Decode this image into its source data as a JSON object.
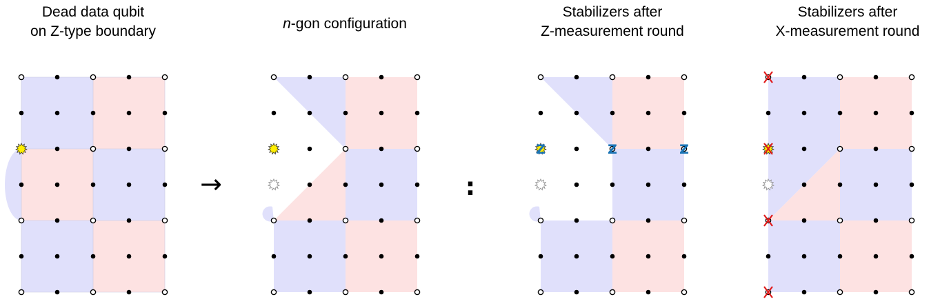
{
  "panels": [
    {
      "title_lines": [
        "Dead data qubit",
        "on Z-type boundary"
      ]
    },
    {
      "title_italic": "n",
      "title_rest": "-gon configuration"
    },
    {
      "title_lines": [
        "Stabilizers after",
        "Z-measurement round"
      ]
    },
    {
      "title_lines": [
        "Stabilizers after",
        "X-measurement round"
      ]
    }
  ],
  "arrow_glyph": "→",
  "colon_glyph": ":",
  "measure_letter": "Z",
  "colors": {
    "z_plaquette": "#e0e0fb",
    "x_plaquette": "#fde2e2",
    "dead_qubit": "#ffee00",
    "dead_outline": "#888888",
    "z_marker": "#1a74b5",
    "x_marker": "#e11b1b"
  },
  "lattice": {
    "columns": 5,
    "rows": 7
  }
}
